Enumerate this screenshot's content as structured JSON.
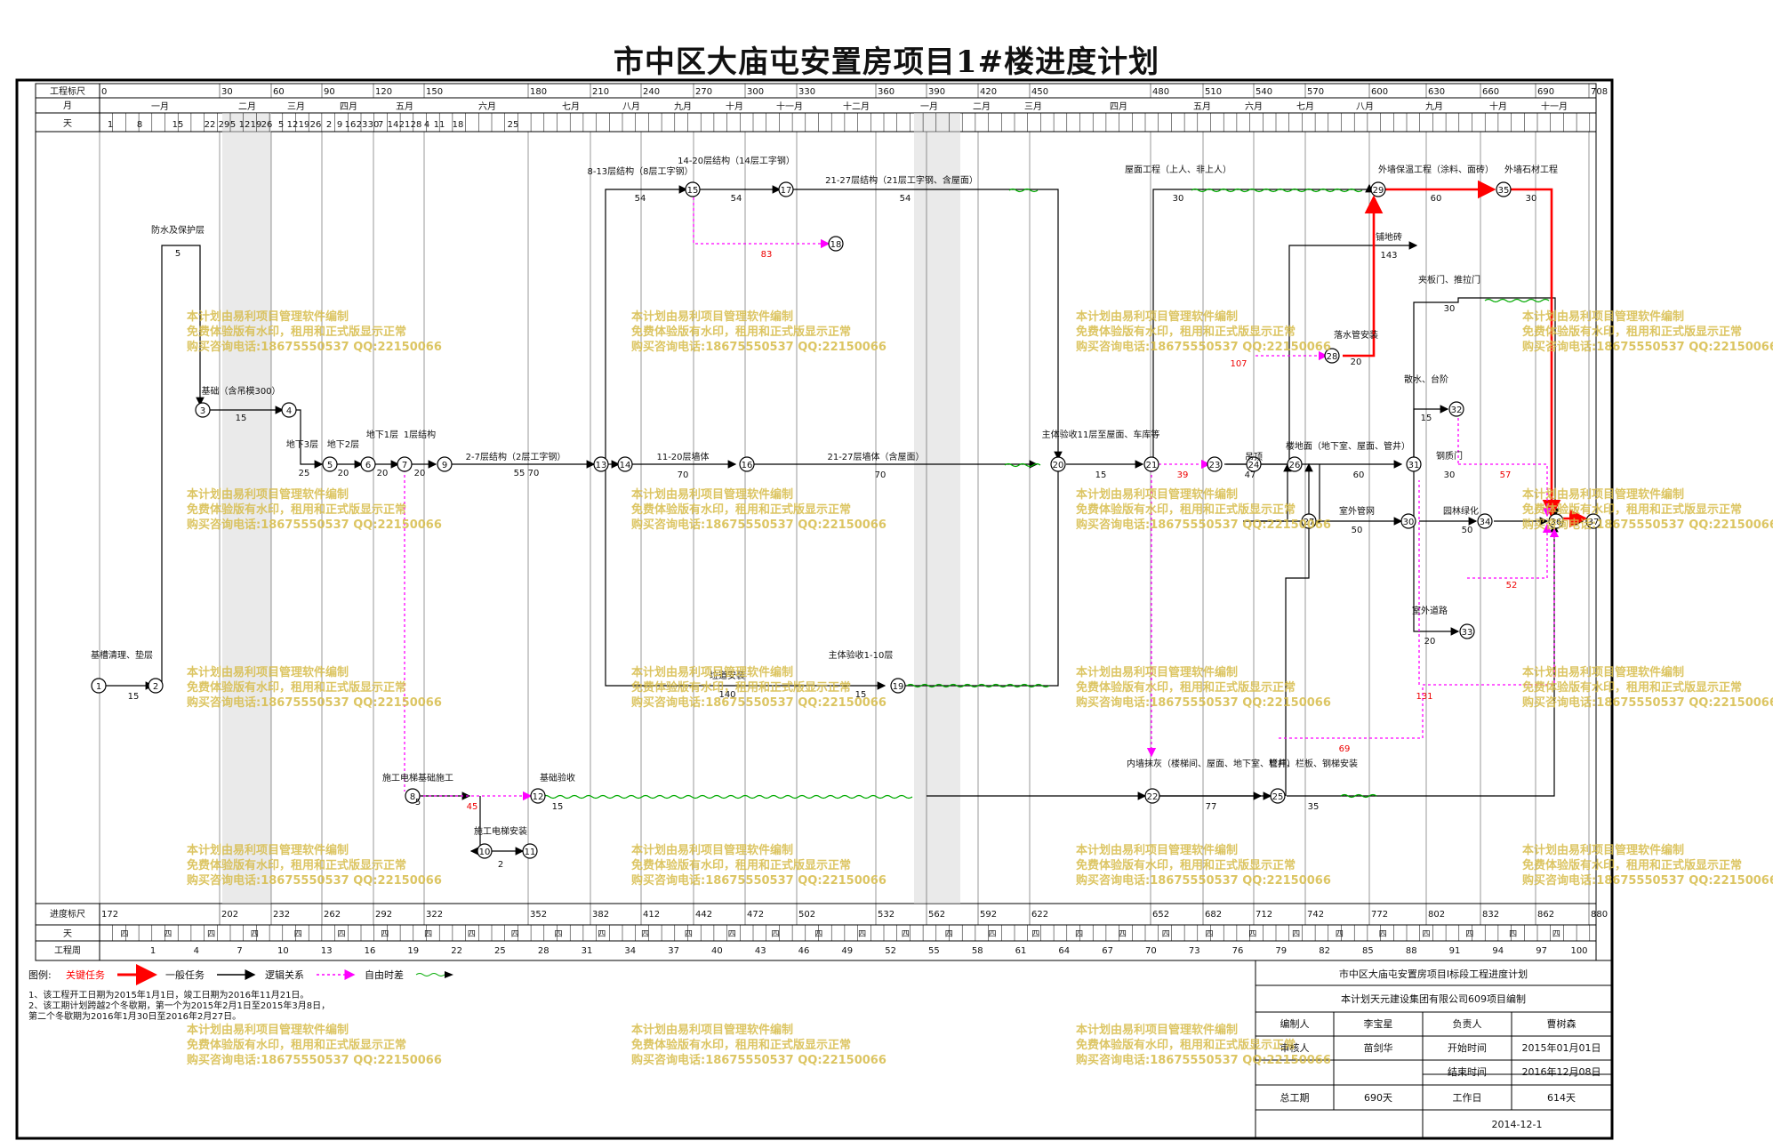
{
  "title": "市中区大庙屯安置房项目1#楼进度计划",
  "scale_header": {
    "row_labels": [
      "工程标尺",
      "月",
      "天"
    ],
    "ticks": [
      "0",
      "30",
      "60",
      "90",
      "120",
      "150",
      "180",
      "210",
      "240",
      "270",
      "300",
      "330",
      "360",
      "390",
      "420",
      "450",
      "480",
      "510",
      "540",
      "570",
      "600",
      "630",
      "660",
      "690",
      "708"
    ],
    "months": [
      "一月",
      "二月",
      "三月",
      "四月",
      "五月",
      "六月",
      "七月",
      "八月",
      "九月",
      "十月",
      "十一月",
      "十二月",
      "一月",
      "二月",
      "三月",
      "四月",
      "五月",
      "六月",
      "七月",
      "八月",
      "九月",
      "十月",
      "十一月"
    ],
    "days_sample": [
      "1",
      "8",
      "15",
      "22",
      "29",
      "5",
      "12",
      "19",
      "26",
      "5",
      "12",
      "19",
      "26",
      "2",
      "9",
      "16",
      "23",
      "30",
      "7",
      "14",
      "21",
      "28",
      "4",
      "11",
      "18",
      "25"
    ]
  },
  "bottom_scale": {
    "row_labels": [
      "进度标尺",
      "天",
      "工程周"
    ],
    "ticks": [
      "172",
      "202",
      "232",
      "262",
      "292",
      "322",
      "352",
      "382",
      "412",
      "442",
      "472",
      "502",
      "532",
      "562",
      "592",
      "622",
      "652",
      "682",
      "712",
      "742",
      "772",
      "802",
      "832",
      "862",
      "880"
    ],
    "day_cell": "四",
    "weeks": [
      "1",
      "4",
      "7",
      "10",
      "13",
      "16",
      "19",
      "22",
      "25",
      "28",
      "31",
      "34",
      "37",
      "40",
      "43",
      "46",
      "49",
      "52",
      "55",
      "58",
      "61",
      "64",
      "67",
      "70",
      "73",
      "76",
      "79",
      "82",
      "85",
      "88",
      "91",
      "94",
      "97",
      "100"
    ]
  },
  "nodes": [
    "1",
    "2",
    "3",
    "4",
    "5",
    "6",
    "7",
    "8",
    "9",
    "10",
    "11",
    "12",
    "13",
    "14",
    "15",
    "16",
    "17",
    "18",
    "19",
    "20",
    "21",
    "22",
    "23",
    "24",
    "25",
    "26",
    "27",
    "28",
    "29",
    "30",
    "31",
    "32",
    "33",
    "34",
    "35",
    "36",
    "37"
  ],
  "tasks": [
    {
      "name": "基槽清理、垫层",
      "days": "15"
    },
    {
      "name": "防水及保护层",
      "days": "5"
    },
    {
      "name": "基础（含吊模300）",
      "days": "15"
    },
    {
      "name": "地下3层",
      "days": "25"
    },
    {
      "name": "地下2层",
      "days": "20"
    },
    {
      "name": "地下1层",
      "days": "20"
    },
    {
      "name": "1层结构",
      "days": "20"
    },
    {
      "name": "2-7层结构（2层工字钢）",
      "days": "55 70"
    },
    {
      "name": "8-13层结构（8层工字钢）",
      "days": "54"
    },
    {
      "name": "14-20层结构（14层工字钢）",
      "days": "54"
    },
    {
      "name": "21-27层结构（21层工字钢、含屋面）",
      "days": "54"
    },
    {
      "name": "11-20层墙体",
      "days": "70"
    },
    {
      "name": "21-27层墙体（含屋面）",
      "days": "70"
    },
    {
      "name": "主体验收11层至屋面、车库等",
      "days": "15"
    },
    {
      "name": "屋面工程（上人、非上人）",
      "days": "30"
    },
    {
      "name": "外墙保温工程（涂料、面砖）",
      "days": "60"
    },
    {
      "name": "外墙石材工程",
      "days": "30"
    },
    {
      "name": "铺地砖",
      "days": "143"
    },
    {
      "name": "落水管安装",
      "days": "20"
    },
    {
      "name": "夹板门、推拉门",
      "days": "30"
    },
    {
      "name": "散水、台阶",
      "days": "15"
    },
    {
      "name": "钢质门",
      "days": "30"
    },
    {
      "name": "楼地面（地下室、屋面、管井）",
      "days": "60"
    },
    {
      "name": "吊顶",
      "days": "47"
    },
    {
      "name": "室外管网",
      "days": "50"
    },
    {
      "name": "园林绿化",
      "days": "50"
    },
    {
      "name": "室外道路",
      "days": "20"
    },
    {
      "name": "主体验收1-10层",
      "days": "15"
    },
    {
      "name": "垃道安装",
      "days": "140"
    },
    {
      "name": "施工电梯基础施工",
      "days": "5"
    },
    {
      "name": "施工电梯安装",
      "days": "2"
    },
    {
      "name": "基础验收",
      "days": "15"
    },
    {
      "name": "内墙抹灰（楼梯间、屋面、地下室、管井）",
      "days": "77"
    },
    {
      "name": "栏杆、栏板、钢梯安装",
      "days": "35"
    }
  ],
  "float_numbers": [
    "45",
    "83",
    "39",
    "107",
    "57",
    "52",
    "131",
    "69"
  ],
  "legend": {
    "title": "图例:",
    "items": [
      "关键任务",
      "一般任务",
      "逻辑关系",
      "自由时差"
    ],
    "notes": [
      "1、该工程开工日期为2015年1月1日，竣工日期为2016年11月21日。",
      "2、该工期计划跨越2个冬歇期，第一个为2015年2月1日至2015年3月8日，",
      "第二个冬歇期为2016年1月30日至2016年2月27日。"
    ]
  },
  "info": {
    "project": "市中区大庙屯安置房项目Ⅰ标段工程进度计划",
    "company": "本计划天元建设集团有限公司609项目编制",
    "rows": [
      {
        "k1": "编制人",
        "v1": "李宝星",
        "k2": "负责人",
        "v2": "曹树森"
      },
      {
        "k1": "审核人",
        "v1": "苗剑华",
        "k2": "开始时间",
        "v2": "2015年01月01日"
      },
      {
        "k1": "",
        "v1": "",
        "k2": "结束时间",
        "v2": "2016年12月08日"
      },
      {
        "k1": "总工期",
        "v1": "690天",
        "k2": "工作日",
        "v2": "614天"
      }
    ],
    "date": "2014-12-1"
  },
  "watermark": [
    "本计划由易利项目管理软件编制",
    "免费体验版有水印，租用和正式版显示正常",
    "购买咨询电话:18675550537 QQ:22150066"
  ],
  "colors": {
    "critical": "#ff0000",
    "normal": "#000000",
    "logic": "#ff00ff",
    "float": "#00aa00",
    "watermark": "#d7bc48"
  }
}
